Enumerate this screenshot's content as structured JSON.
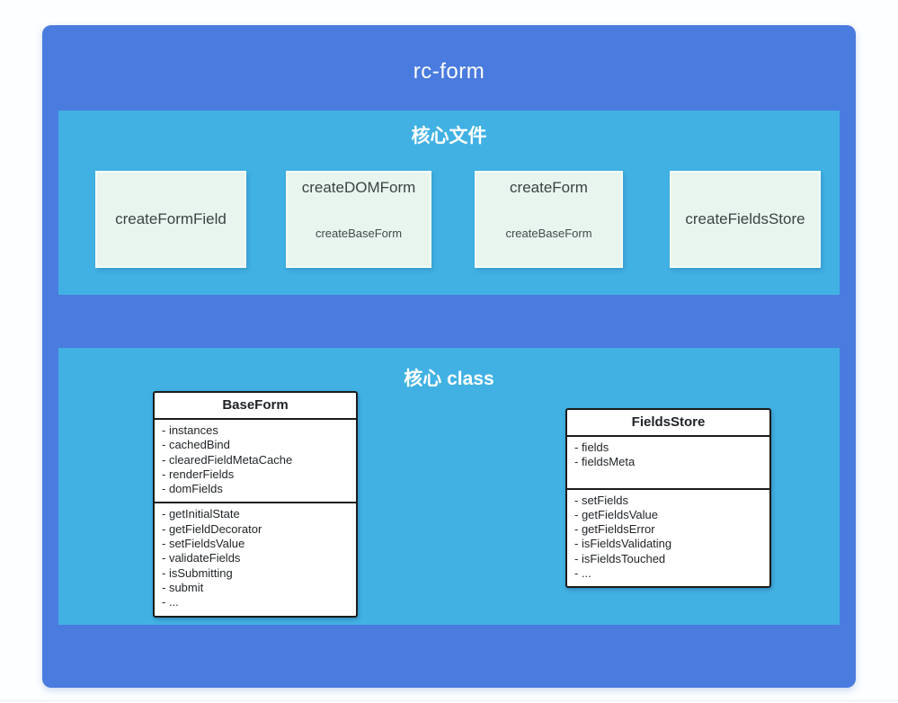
{
  "root": {
    "title": "rc-form"
  },
  "files_section": {
    "heading": "核心文件",
    "boxes": [
      {
        "title": "createFormField"
      },
      {
        "title": "createDOMForm",
        "subtitle": "createBaseForm"
      },
      {
        "title": "createForm",
        "subtitle": "createBaseForm"
      },
      {
        "title": "createFieldsStore"
      }
    ]
  },
  "classes_section": {
    "heading": "核心 class",
    "classes": [
      {
        "name": "BaseForm",
        "attributes": [
          "- instances",
          "- cachedBind",
          "- clearedFieldMetaCache",
          "- renderFields",
          "- domFields"
        ],
        "methods": [
          "- getInitialState",
          "- getFieldDecorator",
          "- setFieldsValue",
          "- validateFields",
          "- isSubmitting",
          "- submit",
          "- ..."
        ]
      },
      {
        "name": "FieldsStore",
        "attributes": [
          "- fields",
          "- fieldsMeta"
        ],
        "methods": [
          "- setFields",
          "- getFieldsValue",
          "- getFieldsError",
          "- isFieldsValidating",
          "- isFieldsTouched",
          "- ..."
        ]
      }
    ]
  },
  "colors": {
    "outer_blue": "#4a7bde",
    "inner_blue": "#41b1e3",
    "file_box_fill": "#e7f5ee",
    "class_box_fill": "#ffffff",
    "page_background": "#fcfeff"
  }
}
